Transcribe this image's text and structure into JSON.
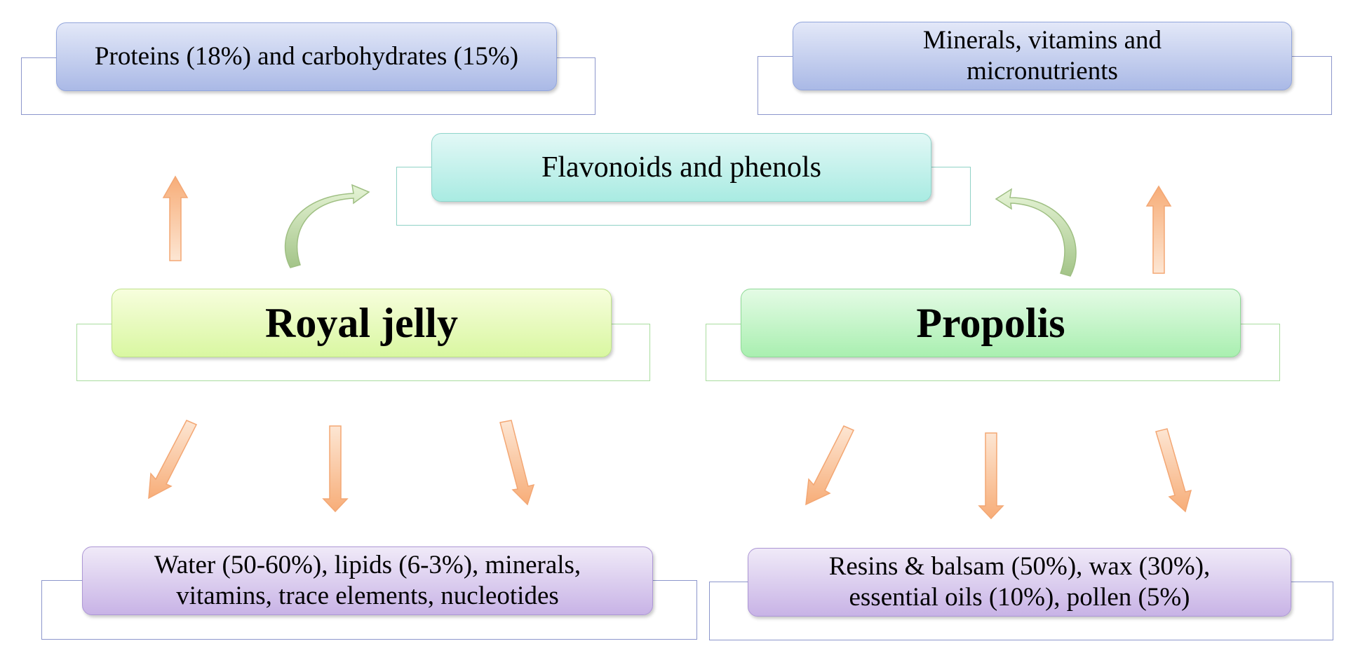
{
  "nodes": {
    "royal_jelly": "Royal jelly",
    "propolis": "Propolis",
    "shared": "Flavonoids and phenols",
    "royal_top": "Proteins (18%) and carbohydrates (15%)",
    "propolis_top": [
      "Minerals, vitamins and",
      "micronutrients"
    ],
    "royal_bottom": [
      "Water (50-60%), lipids (6-3%), minerals,",
      "vitamins, trace elements, nucleotides"
    ],
    "propolis_bottom": [
      "Resins & balsam (50%), wax (30%),",
      "essential oils (10%), pollen (5%)"
    ]
  },
  "colors": {
    "arrow_orange": "#f8b98a",
    "arrow_green": "#b6d49a",
    "outline_blue": "#8c96cc",
    "outline_teal": "#8fd2c6",
    "outline_green": "#a9dd9e"
  }
}
